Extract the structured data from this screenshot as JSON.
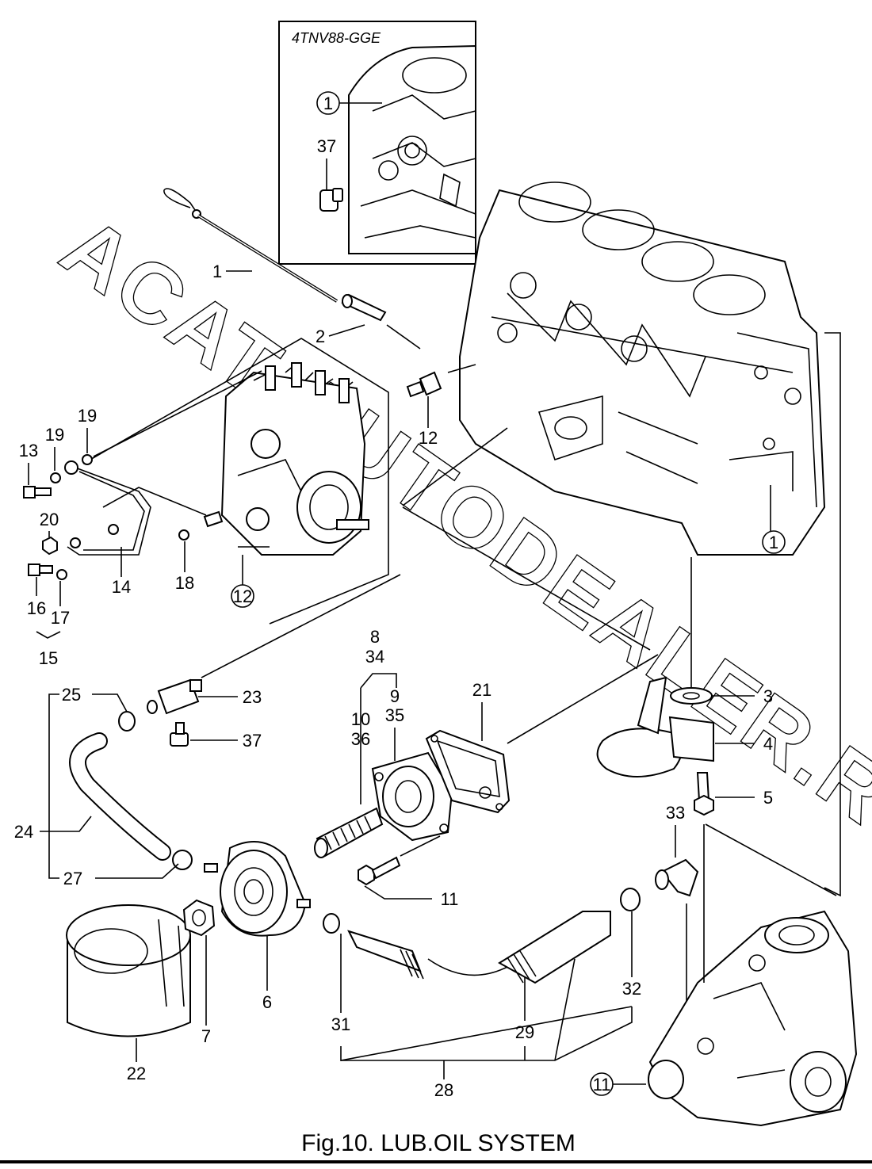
{
  "figure": {
    "caption": "Fig.10.  LUB.OIL SYSTEM",
    "inset_title": "4TNV88-GGE",
    "watermark": "ACAT-AUTODEALER.RU"
  },
  "labels": {
    "l1a": "1",
    "l1b": "1",
    "l1c": "1",
    "l2": "2",
    "l3": "3",
    "l4": "4",
    "l5": "5",
    "l6": "6",
    "l7": "7",
    "l8": "8",
    "l9": "9",
    "l10": "10",
    "l11a": "11",
    "l11b": "11",
    "l12a": "12",
    "l12b": "12",
    "l13": "13",
    "l14": "14",
    "l15": "15",
    "l16": "16",
    "l17": "17",
    "l18": "18",
    "l19a": "19",
    "l19b": "19",
    "l20": "20",
    "l21": "21",
    "l22": "22",
    "l23": "23",
    "l24": "24",
    "l25": "25",
    "l27": "27",
    "l28": "28",
    "l29": "29",
    "l31": "31",
    "l32": "32",
    "l33": "33",
    "l34": "34",
    "l35": "35",
    "l36": "36",
    "l37a": "37",
    "l37b": "37"
  }
}
